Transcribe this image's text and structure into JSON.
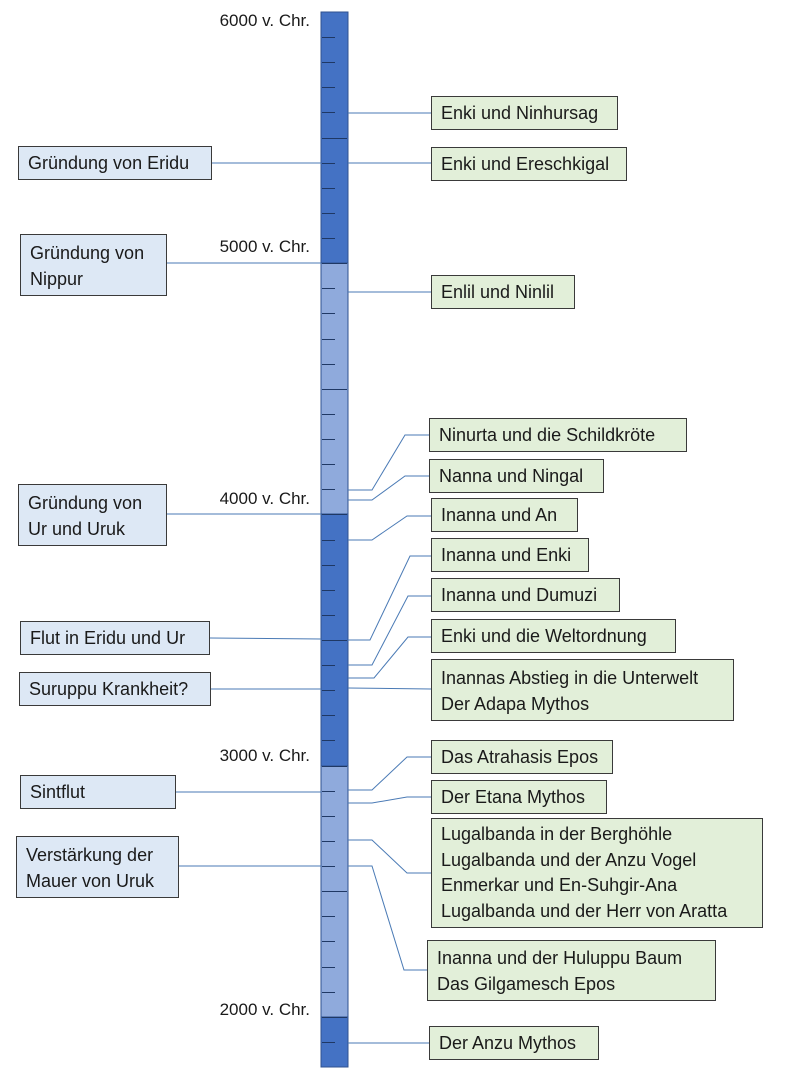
{
  "years": [
    "6000 v. Chr.",
    "5000 v. Chr.",
    "4000 v. Chr.",
    "3000 v. Chr.",
    "2000 v. Chr."
  ],
  "events": [
    {
      "lines": [
        "Gründung von Eridu"
      ]
    },
    {
      "lines": [
        "Gründung von",
        "Nippur"
      ]
    },
    {
      "lines": [
        "Gründung von",
        "Ur und Uruk"
      ]
    },
    {
      "lines": [
        "Flut in Eridu und Ur"
      ]
    },
    {
      "lines": [
        "Suruppu Krankheit?"
      ]
    },
    {
      "lines": [
        "Sintflut"
      ]
    },
    {
      "lines": [
        "Verstärkung der",
        "Mauer von Uruk"
      ]
    }
  ],
  "myths": [
    {
      "lines": [
        "Enki und Ninhursag"
      ]
    },
    {
      "lines": [
        "Enki und Ereschkigal"
      ]
    },
    {
      "lines": [
        "Enlil und Ninlil"
      ]
    },
    {
      "lines": [
        "Ninurta und die Schildkröte"
      ]
    },
    {
      "lines": [
        "Nanna und Ningal"
      ]
    },
    {
      "lines": [
        "Inanna und An"
      ]
    },
    {
      "lines": [
        "Inanna und Enki"
      ]
    },
    {
      "lines": [
        "Inanna und Dumuzi"
      ]
    },
    {
      "lines": [
        "Enki und die Weltordnung"
      ]
    },
    {
      "lines": [
        "Inannas Abstieg in die Unterwelt",
        "Der Adapa Mythos"
      ]
    },
    {
      "lines": [
        "Das Atrahasis Epos"
      ]
    },
    {
      "lines": [
        "Der Etana Mythos"
      ]
    },
    {
      "lines": [
        "Lugalbanda in der Berghöhle",
        "Lugalbanda und der Anzu Vogel",
        "Enmerkar und En-Suhgir-Ana",
        "Lugalbanda und der Herr von Aratta"
      ]
    },
    {
      "lines": [
        "Inanna und der Huluppu Baum",
        "Das Gilgamesch Epos"
      ]
    },
    {
      "lines": [
        "Der Anzu Mythos"
      ]
    }
  ],
  "colors": {
    "dark_segment": "#4472c4",
    "light_segment": "#8faadc",
    "event_fill": "#dde8f5",
    "myth_fill": "#e2efd9",
    "connector": "#4a7ab5"
  }
}
